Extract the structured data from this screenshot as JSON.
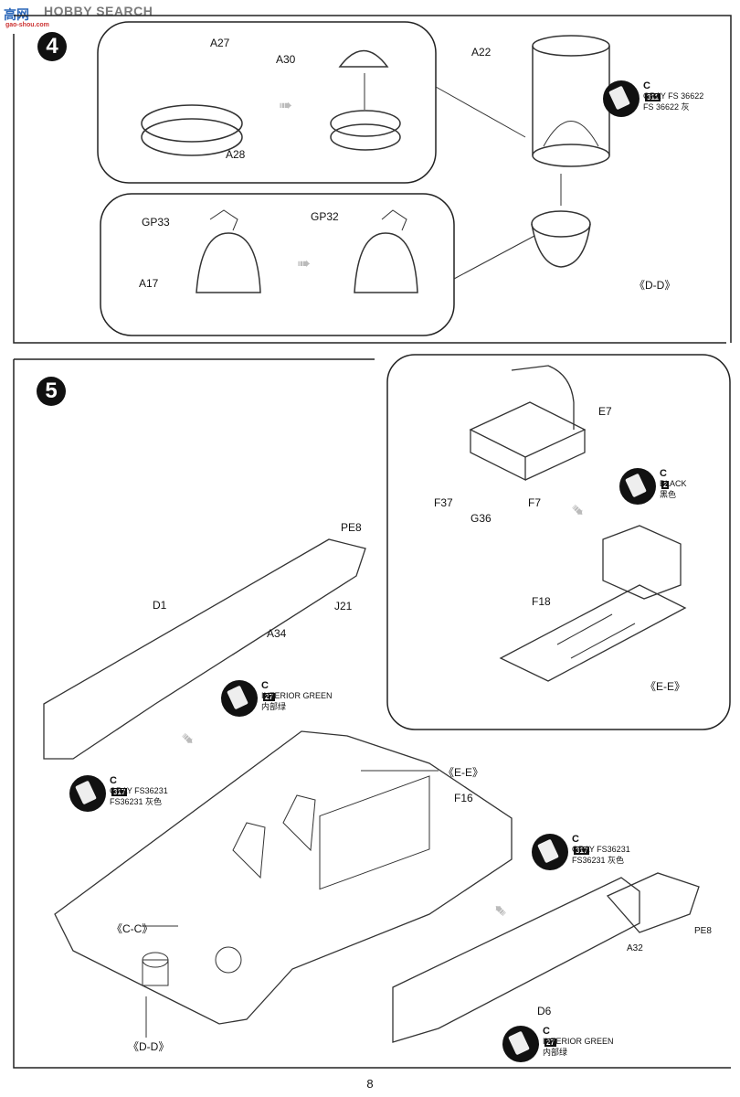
{
  "watermark": {
    "logo": "高网",
    "brand": "HOBBY SEARCH",
    "site": "gao-shou.com"
  },
  "steps": [
    {
      "number": "4",
      "parts": [
        "A27",
        "A28",
        "A30",
        "A22",
        "GP33",
        "A17",
        "GP32"
      ],
      "section_ref": "《D-D》",
      "paint": {
        "code": "C",
        "code_num": "311",
        "line1": "GRAY FS 36622",
        "line2": "FS 36622 灰"
      }
    },
    {
      "number": "5",
      "parts": [
        "PE8",
        "D1",
        "J21",
        "A34",
        "F16",
        "D6",
        "A32",
        "PE8"
      ],
      "section_refs": {
        "ee_main": "《E-E》",
        "cc": "《C-C》",
        "dd": "《D-D》"
      },
      "subassembly": {
        "parts": [
          "E7",
          "F37",
          "G36",
          "F7",
          "F18"
        ],
        "section_ref": "《E-E》",
        "paint": {
          "code": "C",
          "code_num": "2",
          "line1": "BLACK",
          "line2": "黑色"
        }
      },
      "paints": [
        {
          "code": "C",
          "code_num": "27",
          "line1": "INTERIOR GREEN",
          "line2": "内部绿"
        },
        {
          "code": "C",
          "code_num": "317",
          "line1": "GRAY FS36231",
          "line2": "FS36231 灰色"
        },
        {
          "code": "C",
          "code_num": "317",
          "line1": "GRAY FS36231",
          "line2": "FS36231 灰色"
        },
        {
          "code": "C",
          "code_num": "27",
          "line1": "INTERIOR GREEN",
          "line2": "内部绿"
        }
      ]
    }
  ],
  "page_number": "8"
}
